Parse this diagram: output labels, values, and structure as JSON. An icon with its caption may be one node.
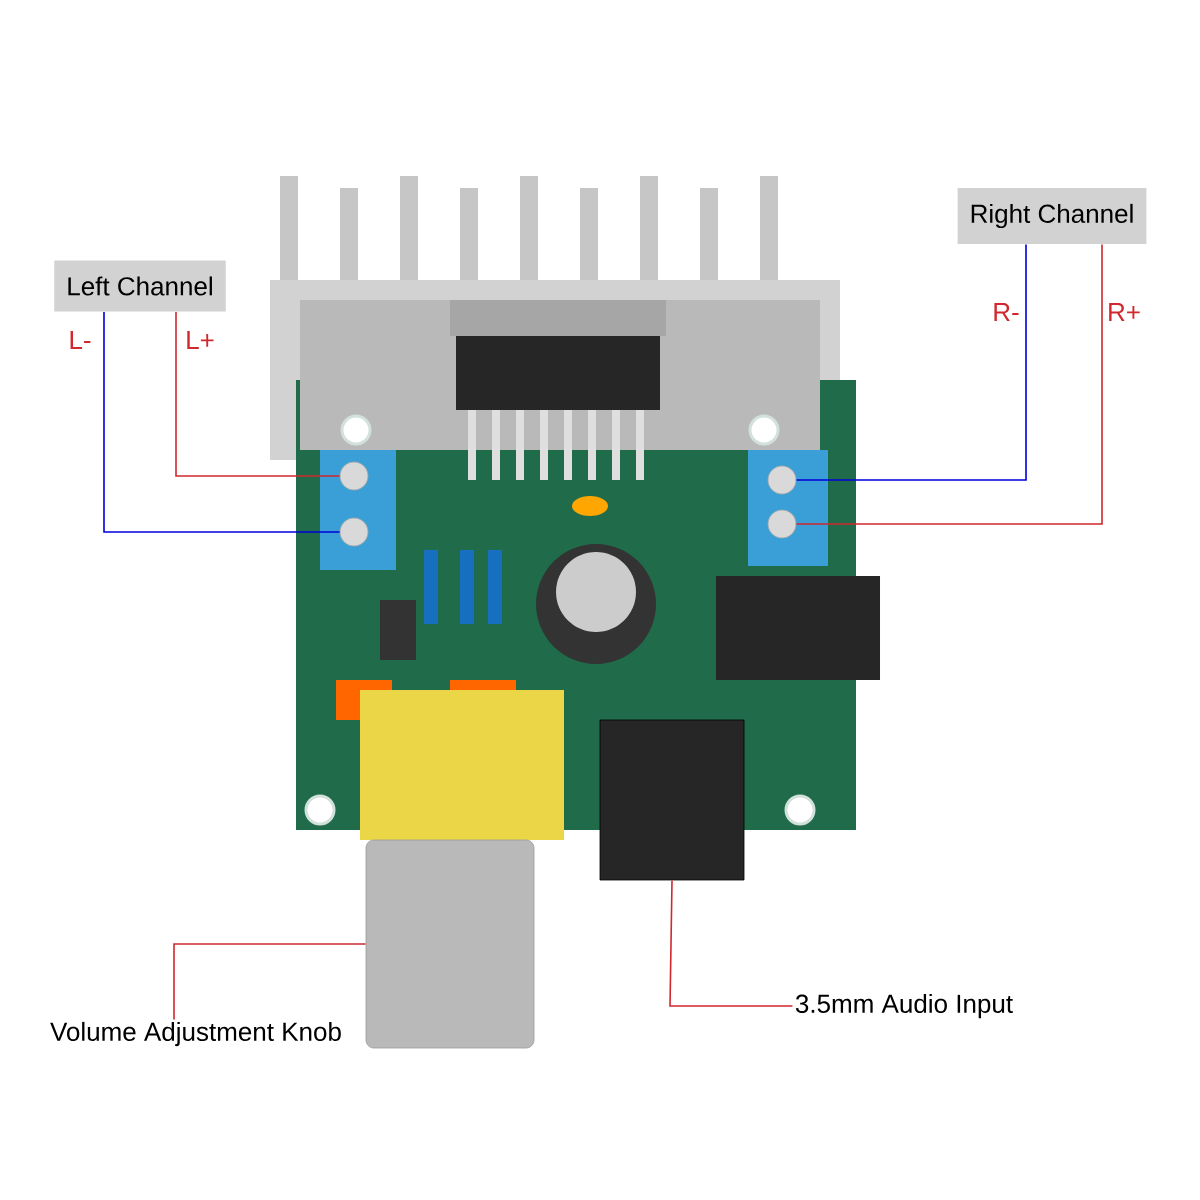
{
  "diagram": {
    "nodes": [
      {
        "text": [
          "Left Channel"
        ]
      },
      {
        "text": [
          "Right Channel"
        ]
      },
      {
        "text": [
          "Volume Adjustment Knob"
        ]
      },
      {
        "text": [
          "3.5mm Audio Input"
        ]
      },
      {
        "text": [],
        "shape": "circle"
      },
      {
        "text": [],
        "shape": "circle"
      },
      {
        "text": [],
        "shape": "circle"
      },
      {
        "text": [],
        "shape": "circle"
      },
      {
        "text": [],
        "shape": "cylinder"
      },
      {
        "text": [],
        "shape": "box"
      }
    ],
    "edges": [
      {
        "from": 0,
        "to": 4,
        "arrow": "none",
        "label": "L+"
      },
      {
        "from": 0,
        "to": 5,
        "arrow": "none",
        "label": "L-",
        "color": "#0000dd"
      },
      {
        "from": 1,
        "to": 6,
        "arrow": "none",
        "label": "R-",
        "color": "#0000dd"
      },
      {
        "from": 1,
        "to": 7,
        "arrow": "none",
        "label": "R+"
      },
      {
        "from": 2,
        "to": 8,
        "arrow": "none"
      },
      {
        "from": 3,
        "to": 9,
        "arrow": "none"
      }
    ]
  }
}
